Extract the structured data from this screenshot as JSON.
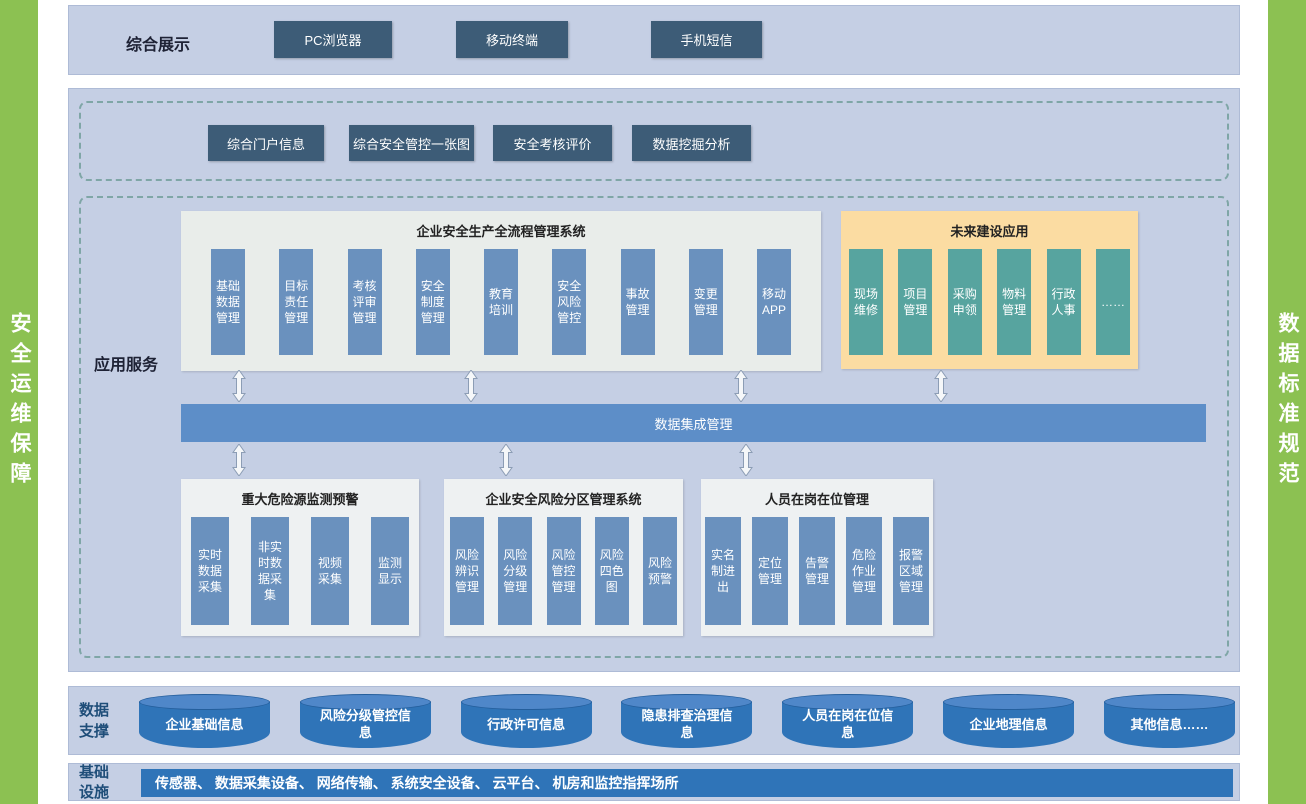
{
  "sidebars": {
    "left": "安全运维保障",
    "right": "数据标准规范"
  },
  "display_section": {
    "title": "综合展示",
    "buttons": [
      "PC浏览器",
      "移动终端",
      "手机短信"
    ]
  },
  "app_section": {
    "title": "应用服务",
    "portal_buttons": [
      "综合门户信息",
      "综合安全管控一张图",
      "安全考核评价",
      "数据挖掘分析"
    ],
    "process_system": {
      "title": "企业安全生产全流程管理系统",
      "modules": [
        "基础数据管理",
        "目标责任管理",
        "考核评审管理",
        "安全制度管理",
        "教育培训",
        "安全风险管控",
        "事故管理",
        "变更管理",
        "移动APP"
      ]
    },
    "future_system": {
      "title": "未来建设应用",
      "modules": [
        "现场维修",
        "项目管理",
        "采购申领",
        "物料管理",
        "行政人事",
        "……"
      ]
    },
    "integration_bar": "数据集成管理",
    "hazard_system": {
      "title": "重大危险源监测预警",
      "modules": [
        "实时数据采集",
        "非实时数据采集",
        "视频采集",
        "监测显示"
      ]
    },
    "risk_system": {
      "title": "企业安全风险分区管理系统",
      "modules": [
        "风险辨识管理",
        "风险分级管理",
        "风险管控管理",
        "风险四色图",
        "风险预警"
      ]
    },
    "personnel_system": {
      "title": "人员在岗在位管理",
      "modules": [
        "实名制进出",
        "定位管理",
        "告警管理",
        "危险作业管理",
        "报警区域管理"
      ]
    }
  },
  "data_section": {
    "title": "数据支撑",
    "databases": [
      "企业基础信息",
      "风险分级管控信息",
      "行政许可信息",
      "隐患排查治理信息",
      "人员在岗在位信息",
      "企业地理信息",
      "其他信息……"
    ]
  },
  "infra_section": {
    "title": "基础设施",
    "content": "传感器、 数据采集设备、 网络传输、 系统安全设备、 云平台、 机房和监控指挥场所"
  },
  "colors": {
    "sidebar_green": "#8CC152",
    "section_bg": "#C5CFE4",
    "dark_button": "#3D5C77",
    "module_blue": "#6A91BE",
    "module_teal": "#57A49F",
    "future_bg": "#FBDCA2",
    "integration_blue": "#5D8EC8",
    "cylinder_blue": "#2F74B8",
    "label_navy": "#1F4E79"
  }
}
